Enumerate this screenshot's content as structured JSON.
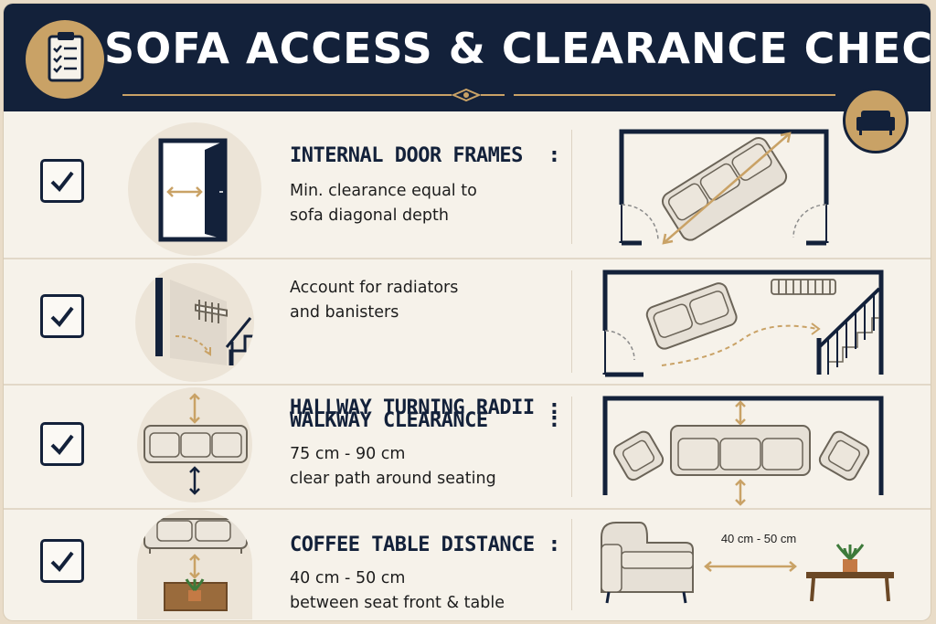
{
  "header": {
    "title": "SOFA ACCESS & CLEARANCE CHECKLIST"
  },
  "colors": {
    "navy": "#13213a",
    "gold": "#c9a266",
    "cream": "#f6f2ea",
    "sofa": "#e6e0d6"
  },
  "icons": {
    "header_left": "clipboard-checklist-icon",
    "header_right": "sofa-icon",
    "row_check": "checkmark-icon"
  },
  "rows": [
    {
      "title": "INTERNAL DOOR FRAMES",
      "colon": ":",
      "desc_line1": "Min. clearance equal to",
      "desc_line2": "sofa diagonal depth"
    },
    {
      "title": "HALLWAY TURNING RADII",
      "colon": ":",
      "desc_line1": "Account for radiators",
      "desc_line2": "and banisters"
    },
    {
      "title": "WALKWAY CLEARANCE",
      "colon": ":",
      "desc_line1": "75 cm - 90 cm",
      "desc_line2": "clear path around seating"
    },
    {
      "title": "COFFEE TABLE DISTANCE",
      "colon": ":",
      "desc_line1": "40 cm - 50 cm",
      "desc_line2": "between seat front & table",
      "measurement": "40 cm - 50 cm"
    }
  ]
}
